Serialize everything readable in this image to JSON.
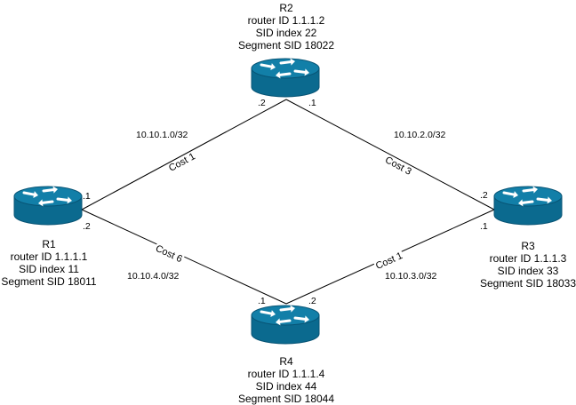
{
  "colors": {
    "router_top": "#127fa8",
    "router_body": "#0b6a8f",
    "router_edge": "#085475",
    "link": "#000000"
  },
  "routers": [
    {
      "id": "r1",
      "name": "R1",
      "router_id": "router ID 1.1.1.1",
      "sid_index": "SID index 11",
      "segment_sid": "Segment SID 18011"
    },
    {
      "id": "r2",
      "name": "R2",
      "router_id": "router ID 1.1.1.2",
      "sid_index": "SID index 22",
      "segment_sid": "Segment SID 18022"
    },
    {
      "id": "r3",
      "name": "R3",
      "router_id": "router ID 1.1.1.3",
      "sid_index": "SID index 33",
      "segment_sid": "Segment SID 18033"
    },
    {
      "id": "r4",
      "name": "R4",
      "router_id": "router ID 1.1.1.4",
      "sid_index": "SID index 44",
      "segment_sid": "Segment SID 18044"
    }
  ],
  "links": [
    {
      "id": "r1-r2",
      "subnet": "10.10.1.0/32",
      "cost": "Cost 1",
      "a_end": ".1",
      "b_end": ".2"
    },
    {
      "id": "r2-r3",
      "subnet": "10.10.2.0/32",
      "cost": "Cost 3",
      "a_end": ".1",
      "b_end": ".2"
    },
    {
      "id": "r3-r4",
      "subnet": "10.10.3.0/32",
      "cost": "Cost 1",
      "a_end": ".1",
      "b_end": ".2"
    },
    {
      "id": "r1-r4",
      "subnet": "10.10.4.0/32",
      "cost": "Cost 6",
      "a_end": ".2",
      "b_end": ".1"
    }
  ]
}
